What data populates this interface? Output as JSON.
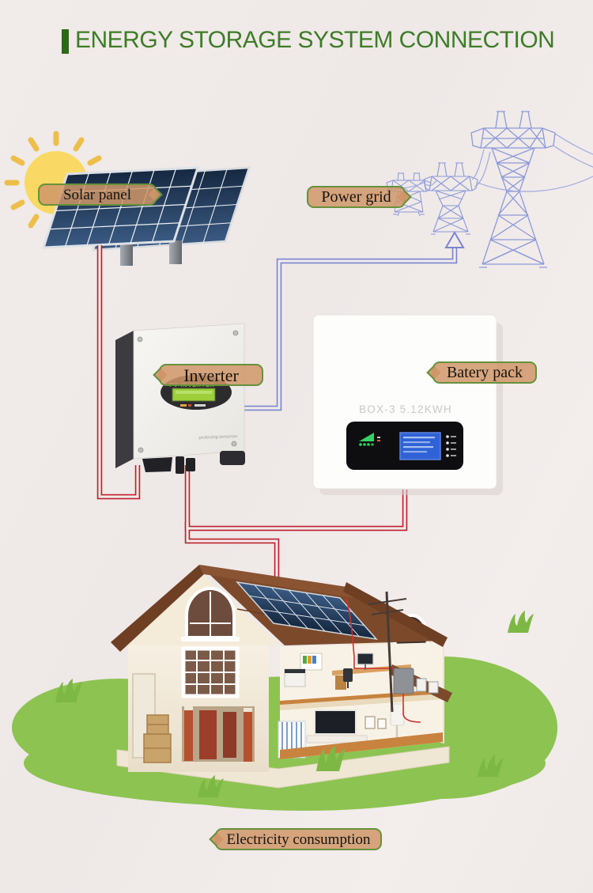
{
  "title": {
    "text": "ENERGY STORAGE SYSTEM CONNECTION",
    "color": "#3e7c27",
    "bar_color": "#2c6a15"
  },
  "labels": {
    "solar_panel": {
      "text": "Solar panel",
      "tail": "right"
    },
    "power_grid": {
      "text": "Power grid",
      "tail": "right"
    },
    "inverter": {
      "text": "Inverter",
      "tail": "left"
    },
    "battery_pack": {
      "text": "Batery pack",
      "tail": "left"
    },
    "electricity_consumption": {
      "text": "Electricity consumption",
      "tail": "left"
    }
  },
  "devices": {
    "inverter": {
      "display_text": "PV INVERTER",
      "tagline": "protecting tomorrow"
    },
    "battery": {
      "model_text": "BOX-3  5.12KWH"
    }
  },
  "connections": [
    {
      "from": "solar-panel",
      "to": "inverter",
      "color": "#bf1f2d",
      "style": "double-line"
    },
    {
      "from": "inverter",
      "to": "power-grid",
      "color": "#7b85cf",
      "style": "double-line-arrow-up"
    },
    {
      "from": "inverter",
      "to": "battery-pack",
      "color": "#bf1f2d",
      "style": "double-line"
    },
    {
      "from": "inverter",
      "to": "house-electricity-consumption",
      "color": "#bf1f2d",
      "style": "double-line"
    }
  ],
  "palette": {
    "background": "#efe9e8",
    "bubble_fill": "#d09668",
    "bubble_border": "#67913c",
    "wire_red": "#bf1f2d",
    "wire_blue": "#7b85cf",
    "tower_blue": "#8191d8",
    "grass_green": "#8dc351",
    "roof_brown": "#7c4a2b",
    "sun_yellow": "#f9d963"
  }
}
